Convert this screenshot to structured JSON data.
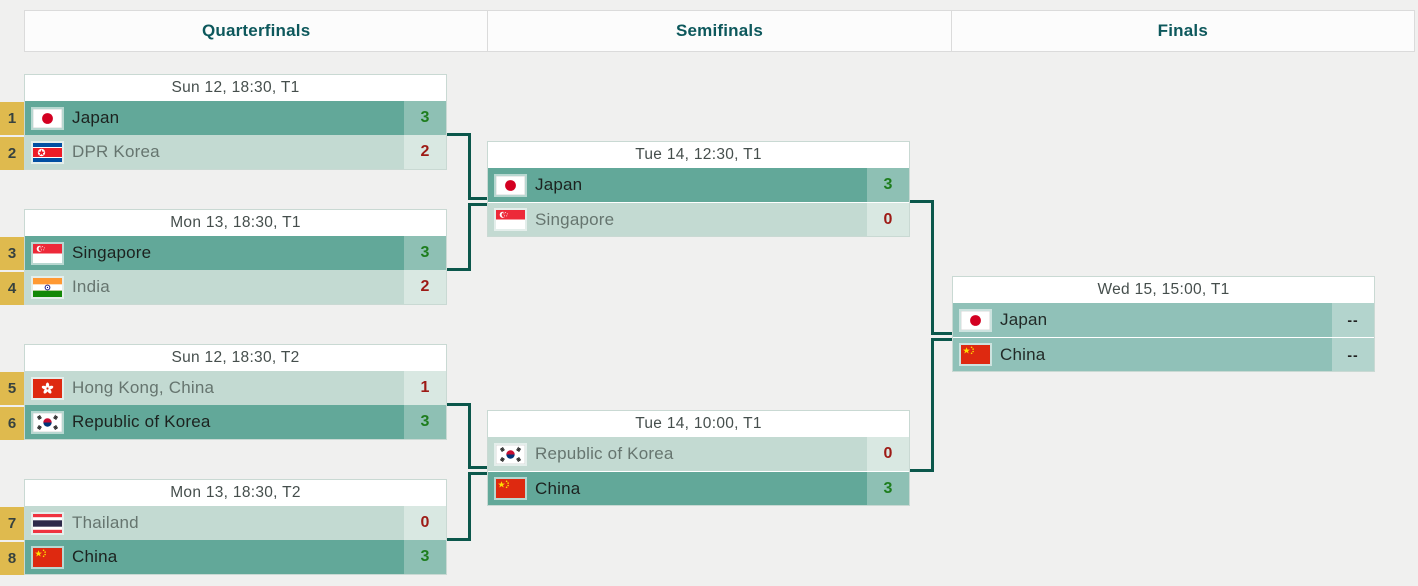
{
  "rounds": [
    {
      "label": "Quarterfinals"
    },
    {
      "label": "Semifinals"
    },
    {
      "label": "Finals"
    }
  ],
  "matches": [
    {
      "schedule": "Sun 12, 18:30, T1",
      "teams": [
        {
          "seed": "1",
          "name": "Japan",
          "flag": "flag-japan",
          "score": "3",
          "result": "winner"
        },
        {
          "seed": "2",
          "name": "DPR Korea",
          "flag": "flag-dpr-korea",
          "score": "2",
          "result": "loser"
        }
      ]
    },
    {
      "schedule": "Mon 13, 18:30, T1",
      "teams": [
        {
          "seed": "3",
          "name": "Singapore",
          "flag": "flag-singapore",
          "score": "3",
          "result": "winner"
        },
        {
          "seed": "4",
          "name": "India",
          "flag": "flag-india",
          "score": "2",
          "result": "loser"
        }
      ]
    },
    {
      "schedule": "Sun 12, 18:30, T2",
      "teams": [
        {
          "seed": "5",
          "name": "Hong Kong, China",
          "flag": "flag-hong-kong",
          "score": "1",
          "result": "loser"
        },
        {
          "seed": "6",
          "name": "Republic of Korea",
          "flag": "flag-republic-of-korea",
          "score": "3",
          "result": "winner"
        }
      ]
    },
    {
      "schedule": "Mon 13, 18:30, T2",
      "teams": [
        {
          "seed": "7",
          "name": "Thailand",
          "flag": "flag-thailand",
          "score": "0",
          "result": "loser"
        },
        {
          "seed": "8",
          "name": "China",
          "flag": "flag-china",
          "score": "3",
          "result": "winner"
        }
      ]
    },
    {
      "schedule": "Tue 14, 12:30, T1",
      "teams": [
        {
          "name": "Japan",
          "flag": "flag-japan",
          "score": "3",
          "result": "winner"
        },
        {
          "name": "Singapore",
          "flag": "flag-singapore",
          "score": "0",
          "result": "loser"
        }
      ]
    },
    {
      "schedule": "Tue 14, 10:00, T1",
      "teams": [
        {
          "name": "Republic of Korea",
          "flag": "flag-republic-of-korea",
          "score": "0",
          "result": "loser"
        },
        {
          "name": "China",
          "flag": "flag-china",
          "score": "3",
          "result": "winner"
        }
      ]
    },
    {
      "schedule": "Wed 15, 15:00, T1",
      "teams": [
        {
          "name": "Japan",
          "flag": "flag-japan",
          "score": "--",
          "result": "pending"
        },
        {
          "name": "China",
          "flag": "flag-china",
          "score": "--",
          "result": "pending"
        }
      ]
    }
  ],
  "colors": {
    "winner_row": "#62a899",
    "winner_score_cell": "#8ec0b4",
    "loser_row": "#c3dad2",
    "loser_score_cell": "#d9e8e2",
    "pending_row": "#90c1b8",
    "pending_score_cell": "#b3d4cd",
    "seed_cell": "#dfba4e",
    "score_win_text": "#1e7d1e",
    "score_loss_text": "#9d1a15",
    "round_header_text": "#0d585c",
    "connector_line": "#0b574b"
  }
}
